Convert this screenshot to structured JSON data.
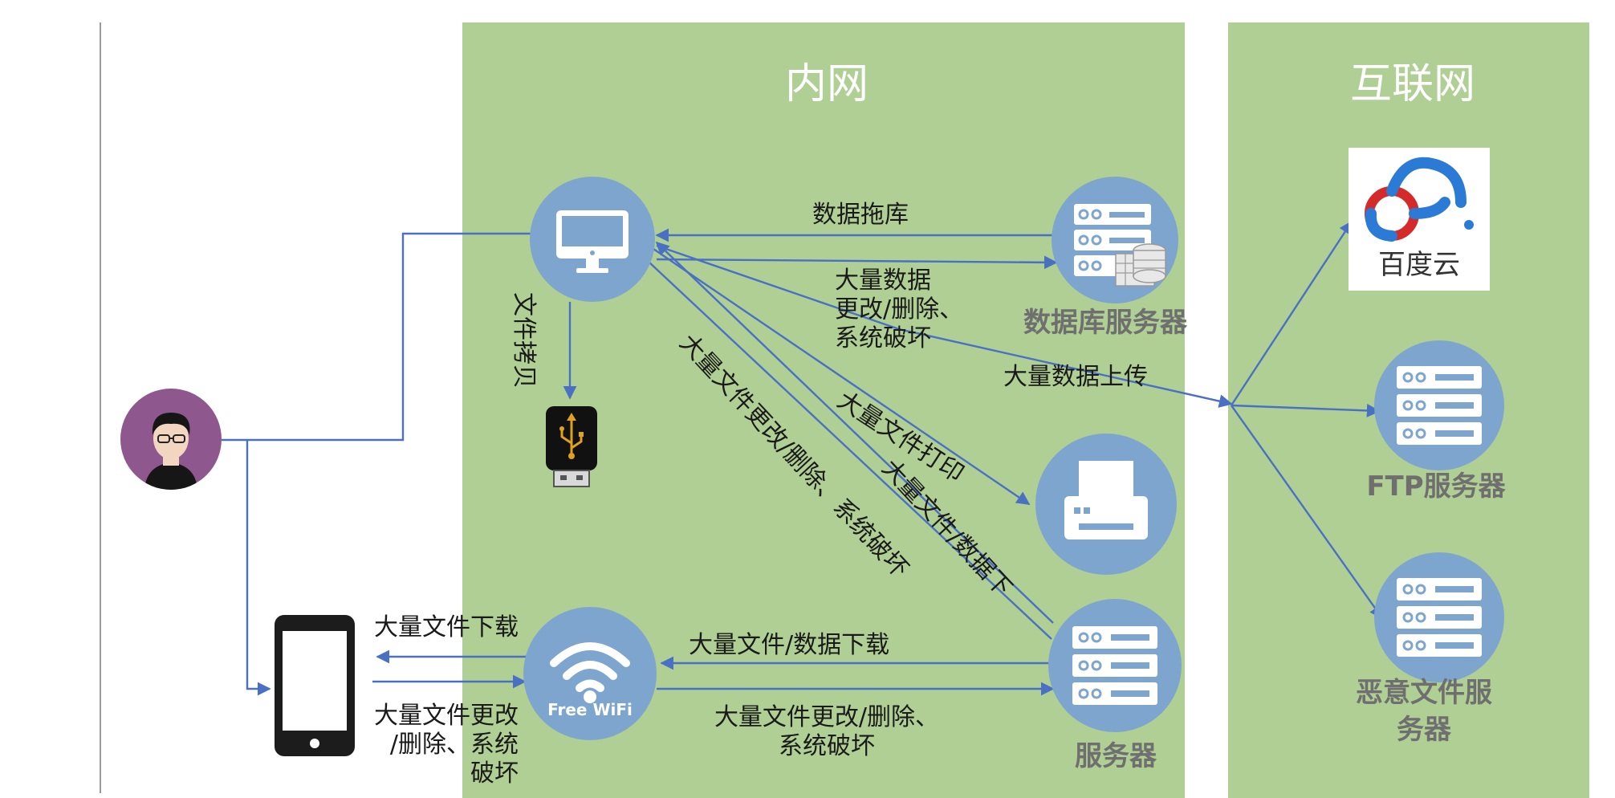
{
  "zones": {
    "intranet_title": "内网",
    "internet_title": "互联网"
  },
  "nodes": {
    "database_server": "数据库服务器",
    "server": "服务器",
    "baidu_cloud": "百度云",
    "ftp_server": "FTP服务器",
    "malicious_server": "恶意文件服务器",
    "wifi": "Free WiFi"
  },
  "edges": {
    "data_drag": "数据拖库",
    "mass_data_change": "大量数据\n更改/删除、\n系统破坏",
    "mass_upload": "大量数据上传",
    "mass_print": "大量文件打印",
    "file_copy": "文件拷贝",
    "file_change_diag": "大量文件更改/删除、系统破坏",
    "file_data_download_diag": "大量文件/数据下",
    "mobile_download": "大量文件下载",
    "mobile_change": "大量文件更改\n/删除、系统\n破坏",
    "wifi_download": "大量文件/数据下载",
    "wifi_change": "大量文件更改/删除、\n系统破坏"
  },
  "colors": {
    "zone_green": "#b0cf94",
    "node_blue": "#7ea5cd",
    "edge_blue": "#4a70c4"
  }
}
